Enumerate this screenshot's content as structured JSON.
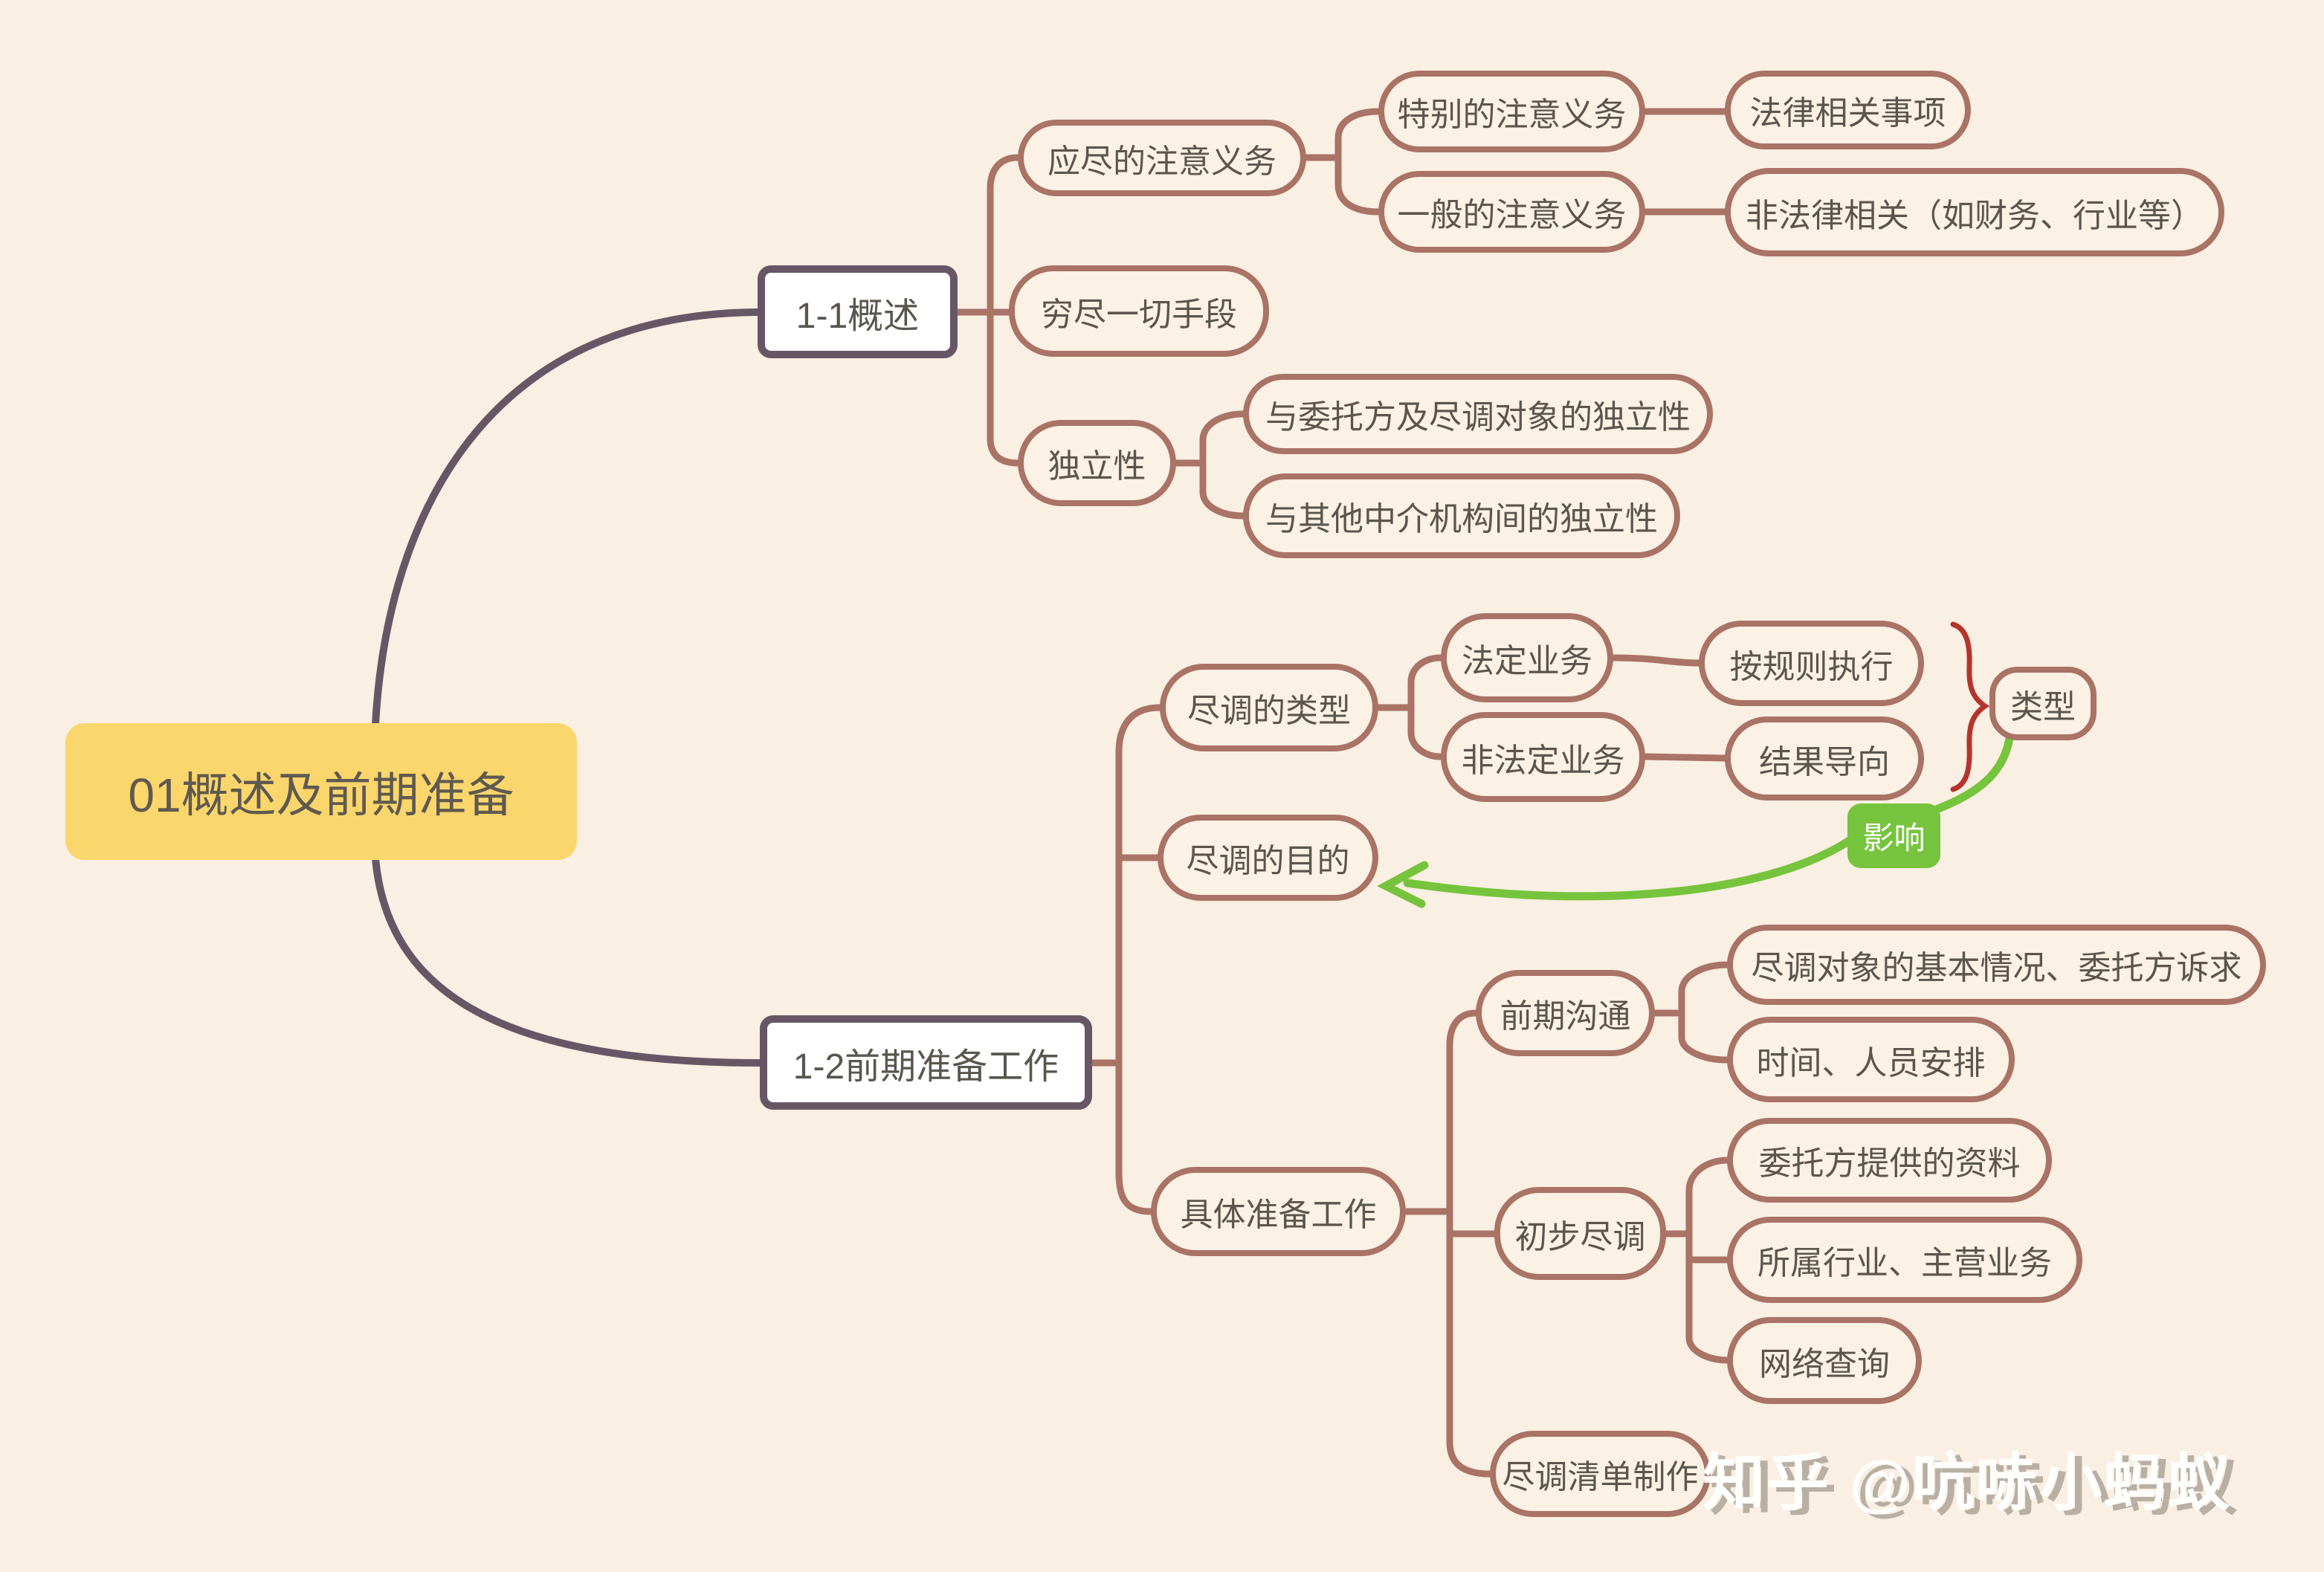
{
  "colors": {
    "background": "#f9efe2",
    "root_fill": "#fad66c",
    "main_branch_line": "#675766",
    "sub_branch_line": "#a97365",
    "node_text": "#5a564e",
    "accent_green": "#76c43d",
    "brace_red": "#b5342e",
    "watermark_text": "#ffffff"
  },
  "watermark": {
    "label": "知乎 @吭哧小蚂蚁"
  },
  "mindmap": {
    "root": {
      "label": "01概述及前期准备"
    },
    "overview": {
      "label": "1-1概述",
      "duty_of_care": {
        "label": "应尽的注意义务",
        "special": {
          "label": "特别的注意义务",
          "detail": {
            "label": "法律相关事项"
          }
        },
        "general": {
          "label": "一般的注意义务",
          "detail": {
            "label": "非法律相关（如财务、行业等）"
          }
        }
      },
      "exhaust_all_means": {
        "label": "穷尽一切手段"
      },
      "independence": {
        "label": "独立性",
        "from_client": {
          "label": "与委托方及尽调对象的独立性"
        },
        "from_agencies": {
          "label": "与其他中介机构间的独立性"
        }
      }
    },
    "preparation": {
      "label": "1-2前期准备工作",
      "dd_types": {
        "label": "尽调的类型",
        "statutory": {
          "label": "法定业务",
          "detail": {
            "label": "按规则执行"
          }
        },
        "non_statutory": {
          "label": "非法定业务",
          "detail": {
            "label": "结果导向"
          }
        },
        "type_note": {
          "label": "类型"
        }
      },
      "dd_purpose": {
        "label": "尽调的目的"
      },
      "influence": {
        "label": "影响"
      },
      "specific_prep": {
        "label": "具体准备工作",
        "early_communication": {
          "label": "前期沟通",
          "basic_info": {
            "label": "尽调对象的基本情况、委托方诉求"
          },
          "schedule": {
            "label": "时间、人员安排"
          }
        },
        "preliminary_dd": {
          "label": "初步尽调",
          "client_materials": {
            "label": "委托方提供的资料"
          },
          "industry": {
            "label": "所属行业、主营业务"
          },
          "web_search": {
            "label": "网络查询"
          }
        },
        "checklist": {
          "label": "尽调清单制作"
        }
      }
    }
  }
}
